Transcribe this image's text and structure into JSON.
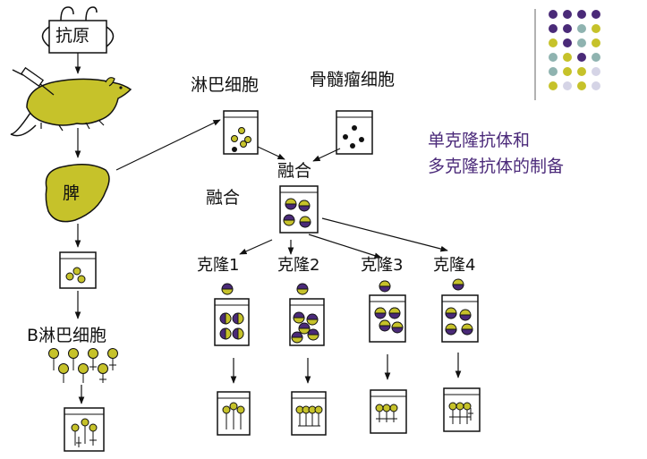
{
  "title": {
    "line1": "单克隆抗体和",
    "line2": "多克隆抗体的制备"
  },
  "labels": {
    "antigen": "抗原",
    "spleen": "脾",
    "b_cell": "B淋巴细胞",
    "lymphocyte": "淋巴细胞",
    "myeloma": "骨髓瘤细胞",
    "fusion_top": "融合",
    "fusion_left": "融合",
    "clones": [
      "克隆1",
      "克隆2",
      "克隆3",
      "克隆4"
    ]
  },
  "colors": {
    "olive": "#c6c22a",
    "purple": "#4a2a78",
    "teal": "#8fb3b0",
    "lavender": "#d5d4e6",
    "ink": "#111111"
  },
  "icons": [
    "syringe-icon",
    "mouse-icon",
    "spleen-icon",
    "test-tube-icon",
    "antibody-icon",
    "hybridoma-icon"
  ]
}
